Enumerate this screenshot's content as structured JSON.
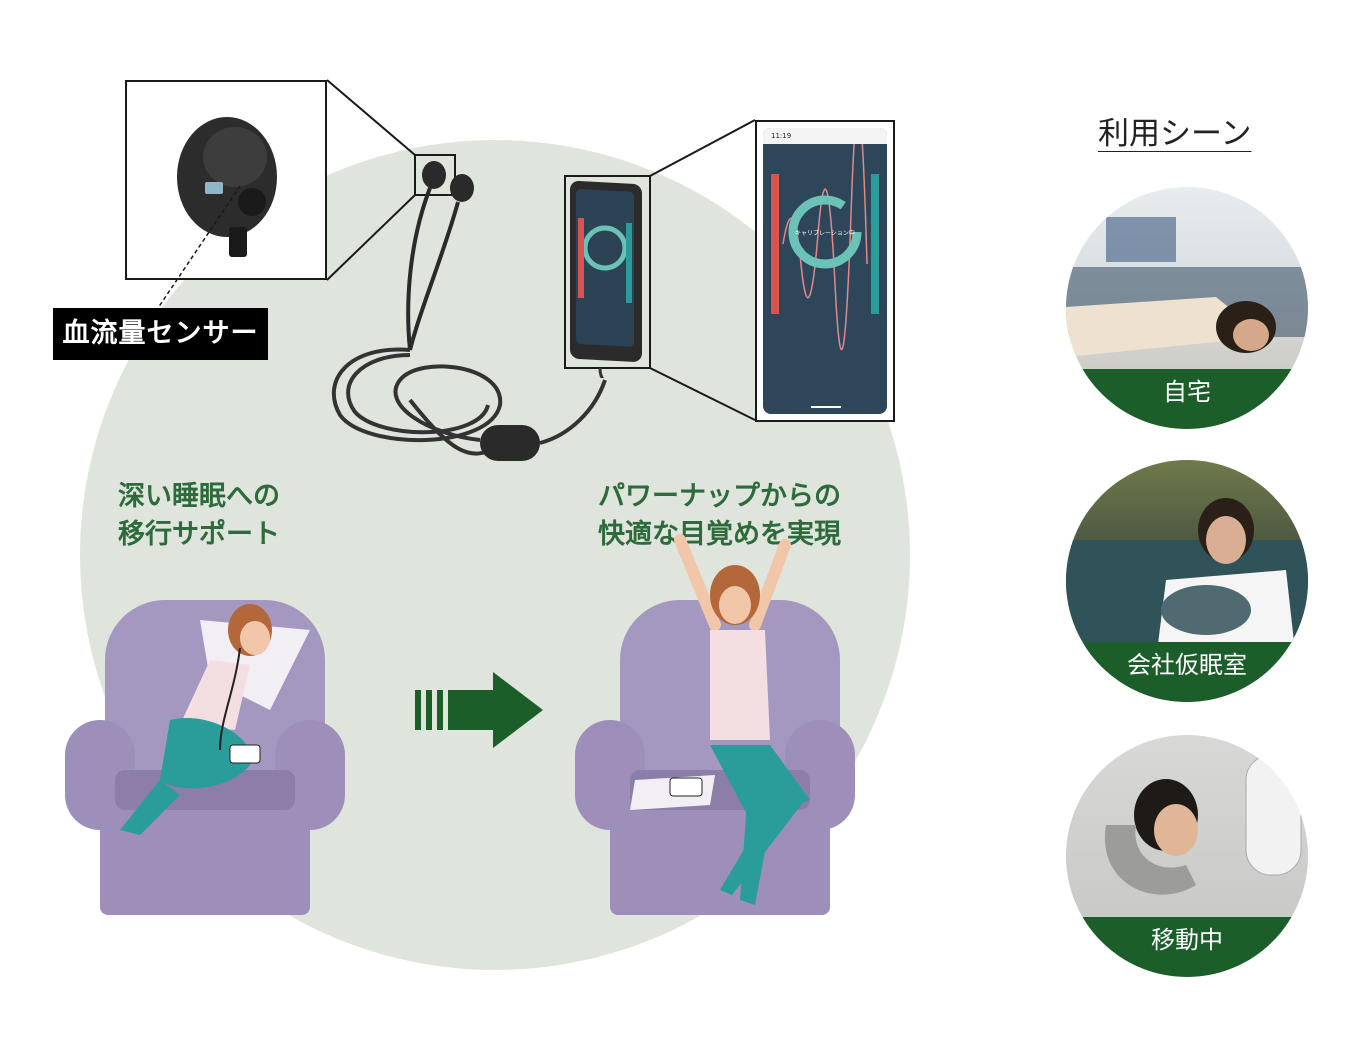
{
  "sensor_label": "血流量センサー",
  "caption_left": {
    "line1": "深い睡眠への",
    "line2": "移行サポート"
  },
  "caption_right": {
    "line1": "パワーナップからの",
    "line2": "快適な目覚めを実現"
  },
  "phone": {
    "time": "11:19",
    "calibration_text": "キャリブレーション中"
  },
  "scenes": {
    "title": "利用シーン",
    "items": [
      {
        "label": "自宅"
      },
      {
        "label": "会社仮眠室"
      },
      {
        "label": "移動中"
      }
    ]
  },
  "colors": {
    "bg_circle": "#dfe5dc",
    "green": "#1b5e2a",
    "caption_green": "#2e6b3c",
    "chair": "#9e8fba",
    "teal": "#2a9d9a"
  }
}
